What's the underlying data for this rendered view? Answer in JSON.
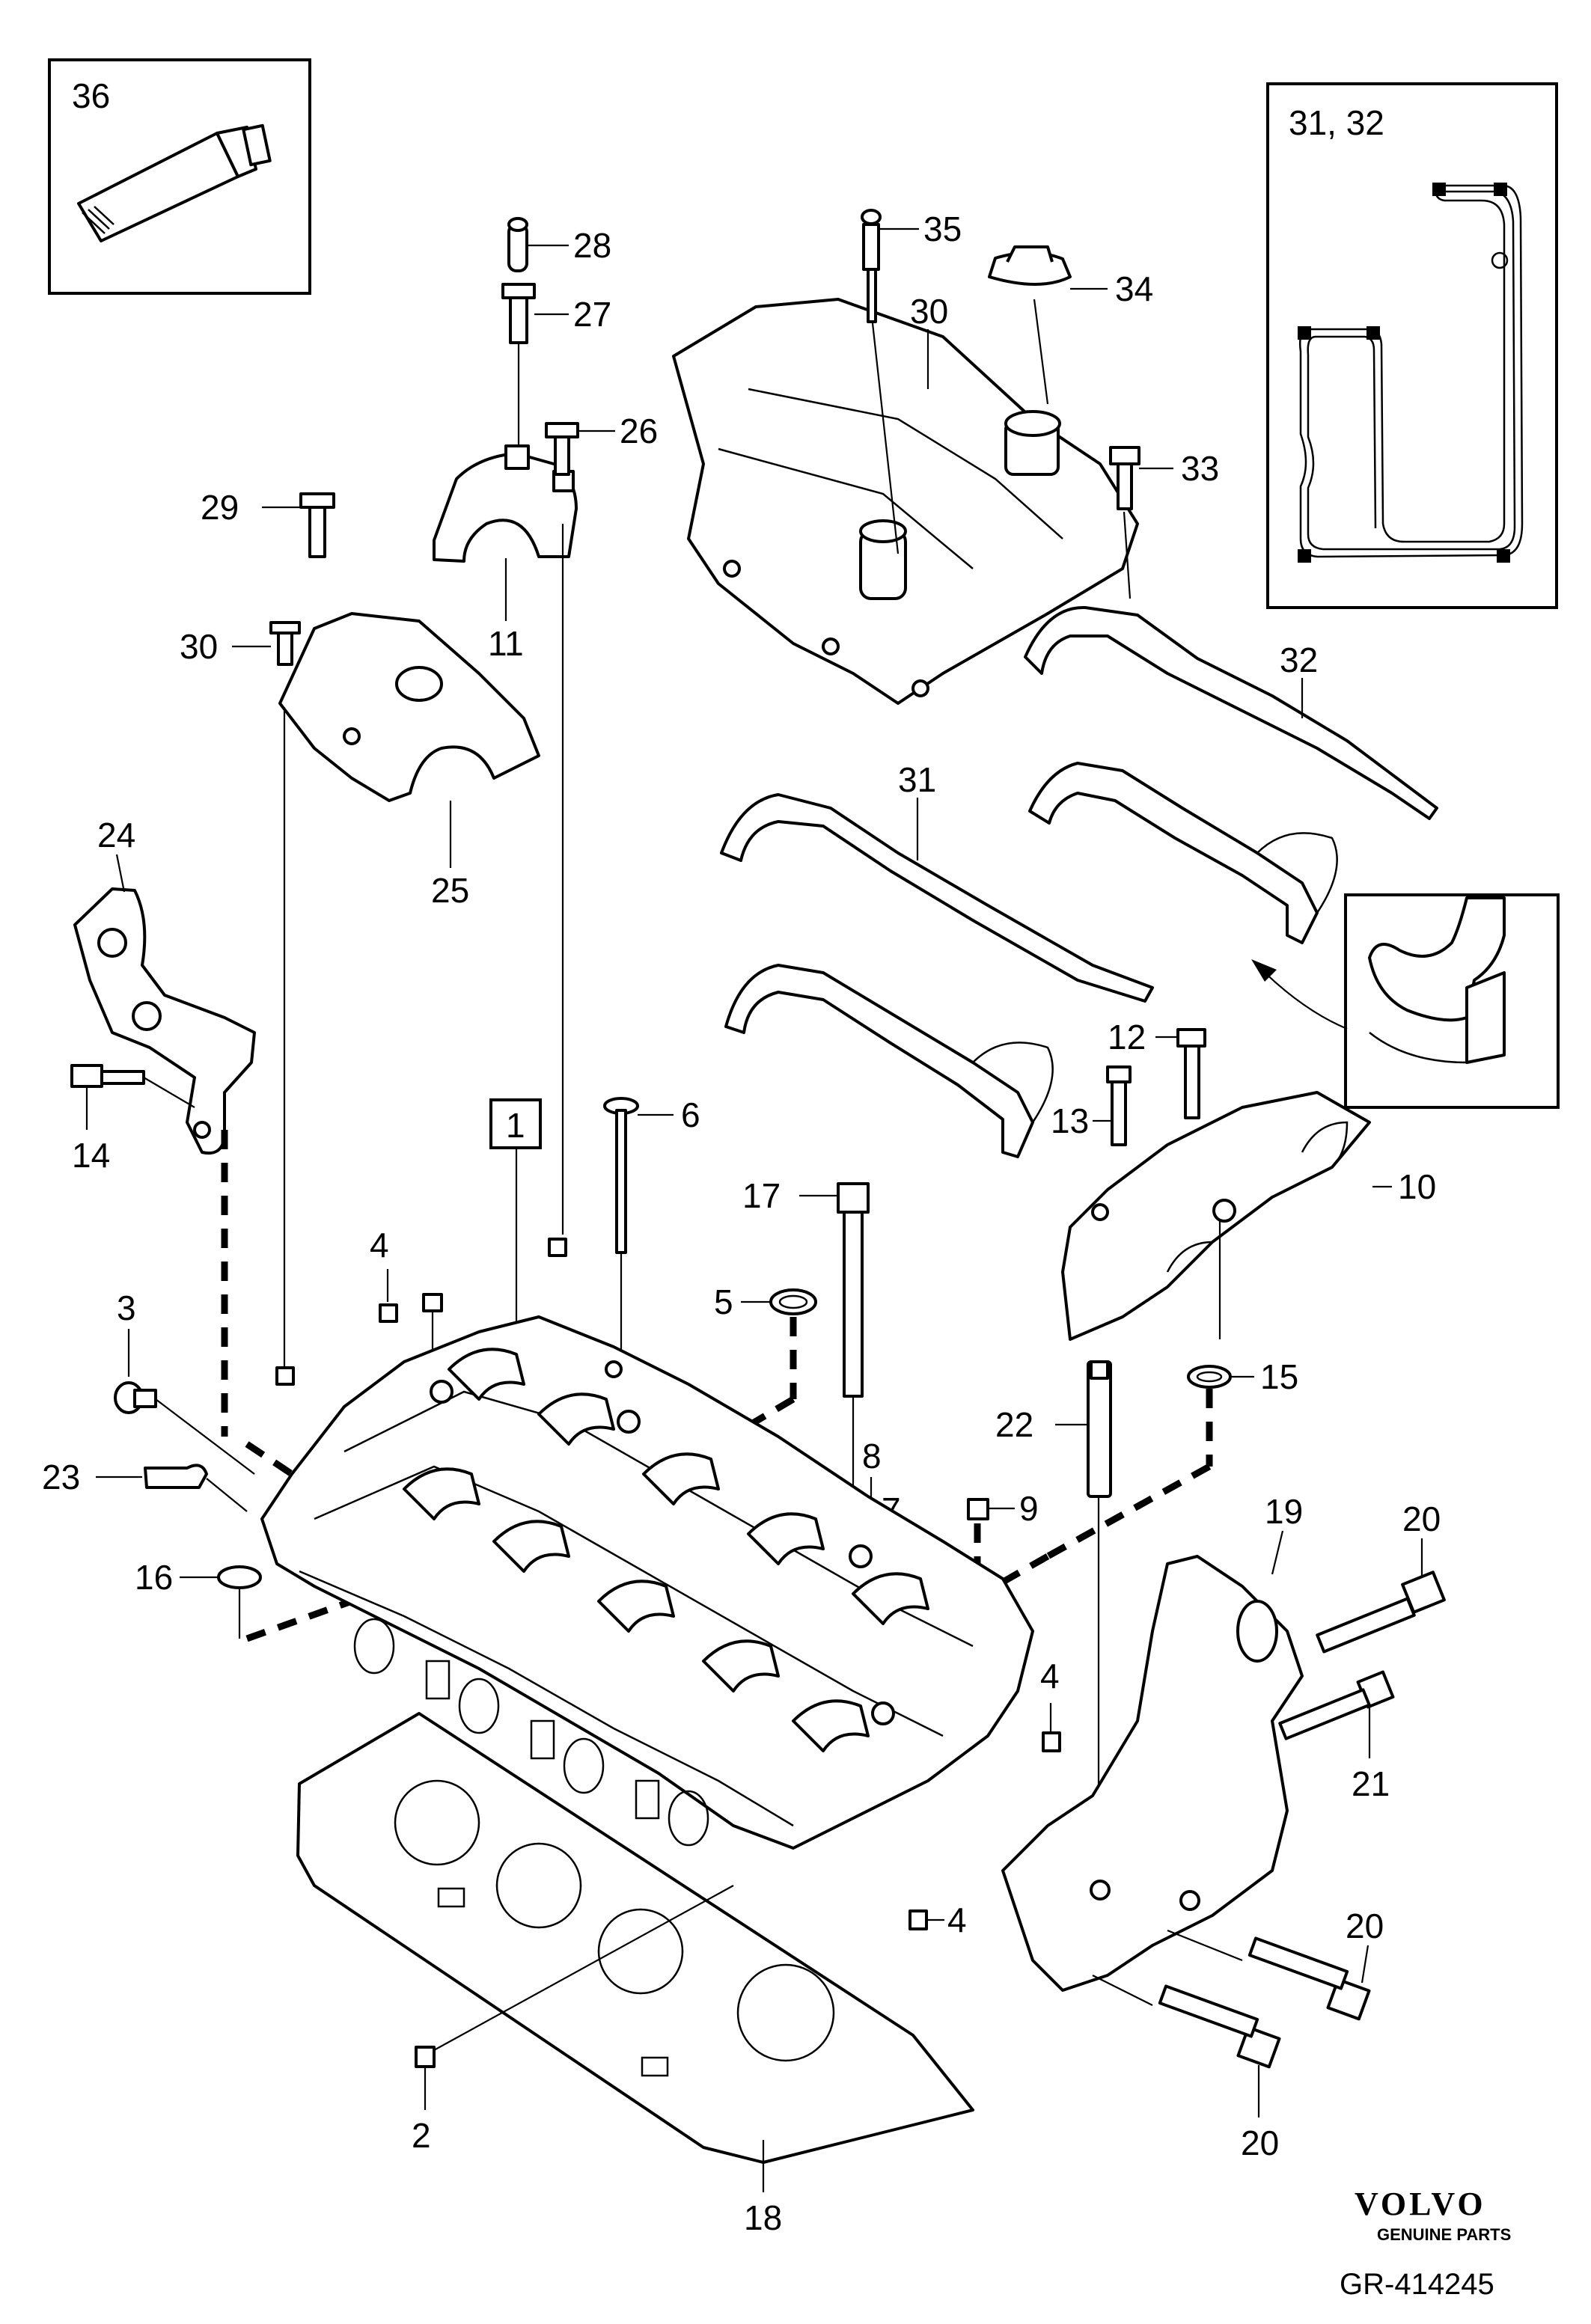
{
  "callouts": {
    "c36": "36",
    "c31_32": "31, 32",
    "c28": "28",
    "c27": "27",
    "c26": "26",
    "c29": "29",
    "c11": "11",
    "c30a": "30",
    "c25": "25",
    "c35": "35",
    "c30b": "30",
    "c34": "34",
    "c33": "33",
    "c32": "32",
    "c31": "31",
    "c24": "24",
    "c14": "14",
    "c12": "12",
    "c13": "13",
    "c10": "10",
    "c6": "6",
    "c1": "1",
    "c17": "17",
    "c4a": "4",
    "c5": "5",
    "c3": "3",
    "c15": "15",
    "c22": "22",
    "c8": "8",
    "c23": "23",
    "c7": "7",
    "c9": "9",
    "c19": "19",
    "c20a": "20",
    "c16": "16",
    "c4b": "4",
    "c21": "21",
    "c4c": "4",
    "c20b": "20",
    "c2": "2",
    "c20c": "20",
    "c18": "18"
  },
  "brand": {
    "name": "VOLVO",
    "tagline": "GENUINE PARTS"
  },
  "reference": "GR-414245"
}
